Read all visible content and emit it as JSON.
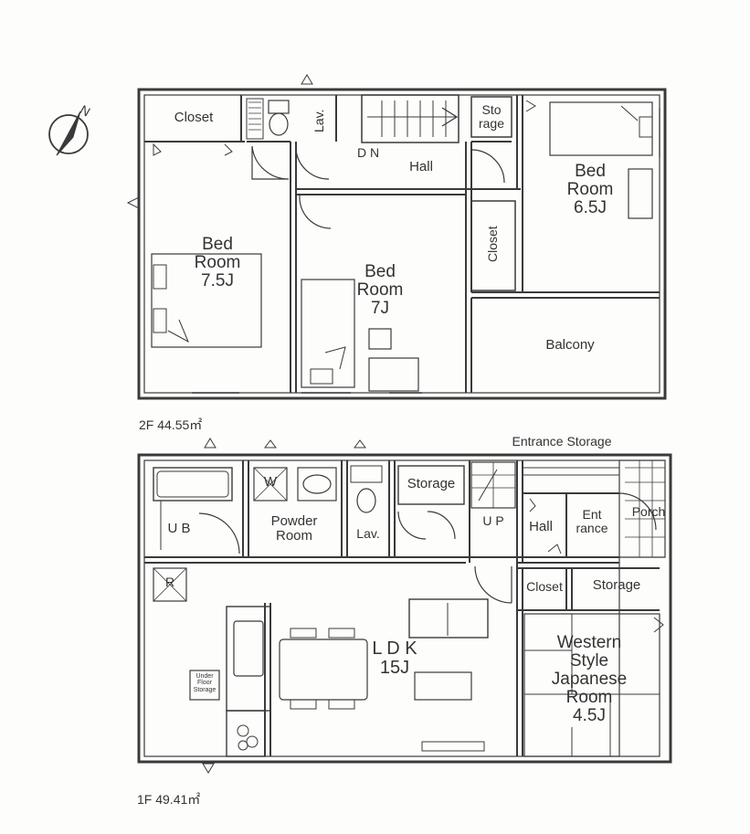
{
  "floor2": {
    "area_label": "2F 44.55㎡",
    "rooms": {
      "closet_nw": "Closet",
      "lav": "Lav.",
      "down": "D N",
      "hall": "Hall",
      "storage": "Sto\nrage",
      "bed_65": "Bed\nRoom\n6.5J",
      "bed_75": "Bed\nRoom\n7.5J",
      "bed_7": "Bed\nRoom\n7J",
      "closet_mid": "Closet",
      "balcony": "Balcony"
    }
  },
  "floor1": {
    "area_label": "1F 49.41㎡",
    "rooms": {
      "entrance_storage": "Entrance Storage",
      "ub": "U B",
      "powder": "Powder\nRoom",
      "lav": "Lav.",
      "storage_top": "Storage",
      "up": "U P",
      "hall": "Hall",
      "entrance": "Ent\nrance",
      "porch": "Porch",
      "closet": "Closet",
      "storage_right": "Storage",
      "ldk": "L D K\n15J",
      "western": "Western\nStyle\nJapanese\nRoom\n4.5J",
      "underfloor": "Under\nFloor\nStorage",
      "refrigerator": "R",
      "washer": "W"
    }
  },
  "compass": {
    "north": "N"
  }
}
